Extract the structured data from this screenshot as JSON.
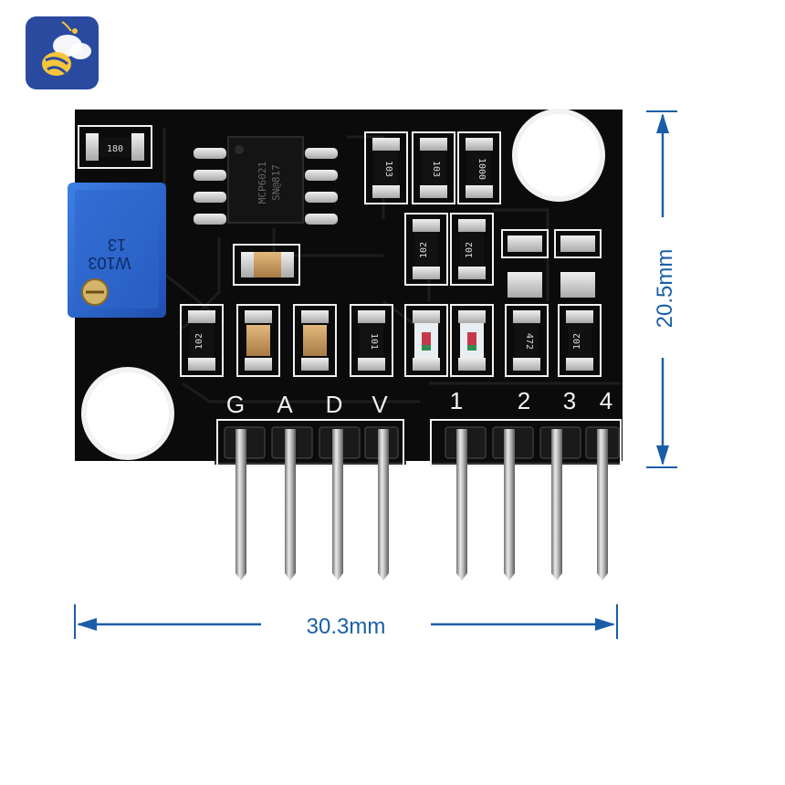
{
  "logo": {
    "name": "bee-logo-icon",
    "bg_color": "#2a4aa0"
  },
  "board": {
    "pcb_color": "#0b0b0b",
    "silkscreen_color": "#f2f2f2",
    "pin_labels_left": [
      "G",
      "A",
      "D",
      "V"
    ],
    "pin_labels_right": [
      "1",
      "2",
      "3",
      "4"
    ],
    "pot": {
      "text_line1": "13",
      "text_line2": "W103",
      "color": "#2f6fd6"
    },
    "ic": {
      "line1": "MCP6021",
      "line2": "SN@817"
    },
    "resistor_top_left": "180",
    "resistors_top": [
      "103",
      "103",
      "1000"
    ],
    "resistors_mid": [
      "102",
      "102"
    ],
    "resistors_low": [
      "102",
      "101",
      "472",
      "102"
    ]
  },
  "dimensions": {
    "width_label": "30.3mm",
    "height_label": "20.5mm",
    "color": "#1a5ea8"
  }
}
